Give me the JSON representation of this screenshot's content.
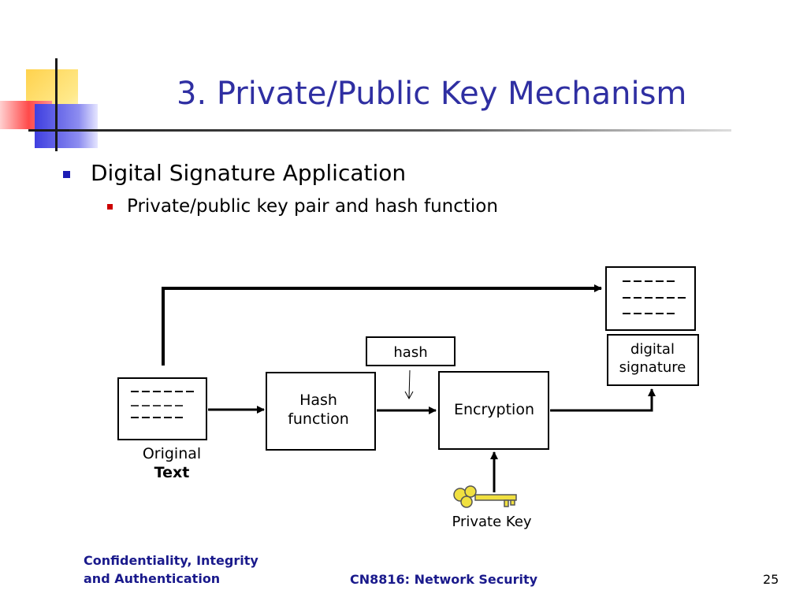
{
  "slide": {
    "title": "3. Private/Public Key Mechanism",
    "bullet_1": "Digital Signature Application",
    "bullet_2": "Private/public key pair and hash function",
    "page_number": "25"
  },
  "diagram": {
    "original_text_line1": "Original",
    "original_text_line2": "Text",
    "hash_function_line1": "Hash",
    "hash_function_line2": "function",
    "hash_label": "hash",
    "encryption_label": "Encryption",
    "digital_signature_line1": "digital",
    "digital_signature_line2": "signature",
    "private_key_label": "Private Key"
  },
  "footer": {
    "left_line1": "Confidentiality, Integrity",
    "left_line2": "and Authentication",
    "center": "CN8816: Network Security"
  },
  "colors": {
    "title": "#2f2fa2",
    "bullet_level1": "#1c1cb4",
    "bullet_level2": "#cc0000",
    "footer_text": "#1a1a8c",
    "key": "#f0e040"
  }
}
